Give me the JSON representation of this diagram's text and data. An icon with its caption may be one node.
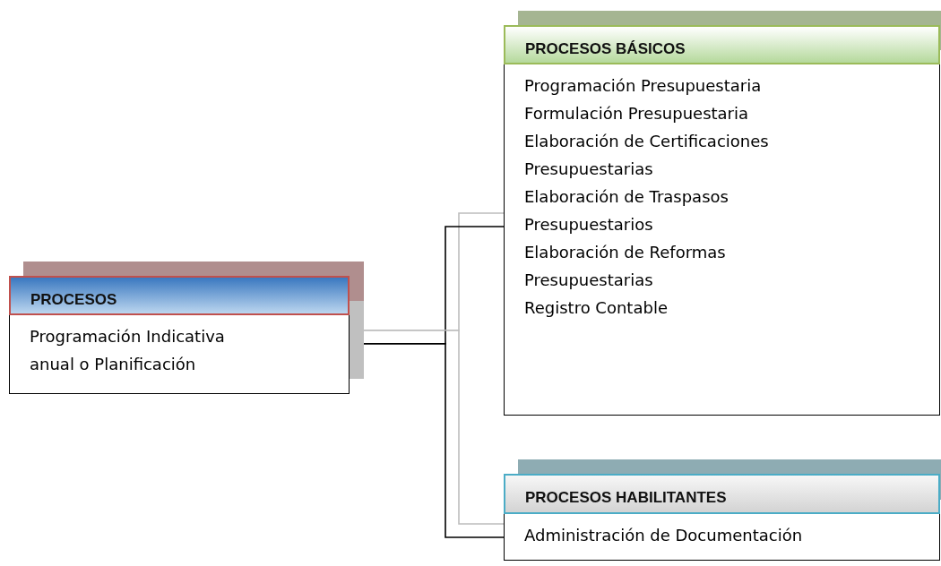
{
  "diagram": {
    "nodes": [
      {
        "text": [
          "PROCESOS",
          "Programación Indicativa anual o Planificación"
        ]
      },
      {
        "text": [
          "PROCESOS BÁSICOS",
          "Programación Presupuestaria",
          "Formulación Presupuestaria",
          "Elaboración de Certificaciones Presupuestarias",
          "Elaboración de Traspasos Presupuestarios",
          "Elaboración de Reformas Presupuestarias",
          "Registro Contable"
        ]
      },
      {
        "text": [
          "PROCESOS HABILITANTES",
          "Administración de Documentación"
        ]
      }
    ],
    "edges": [
      {
        "from": 0,
        "to": 1,
        "arrow": "none"
      },
      {
        "from": 0,
        "to": 2,
        "arrow": "none"
      }
    ]
  }
}
